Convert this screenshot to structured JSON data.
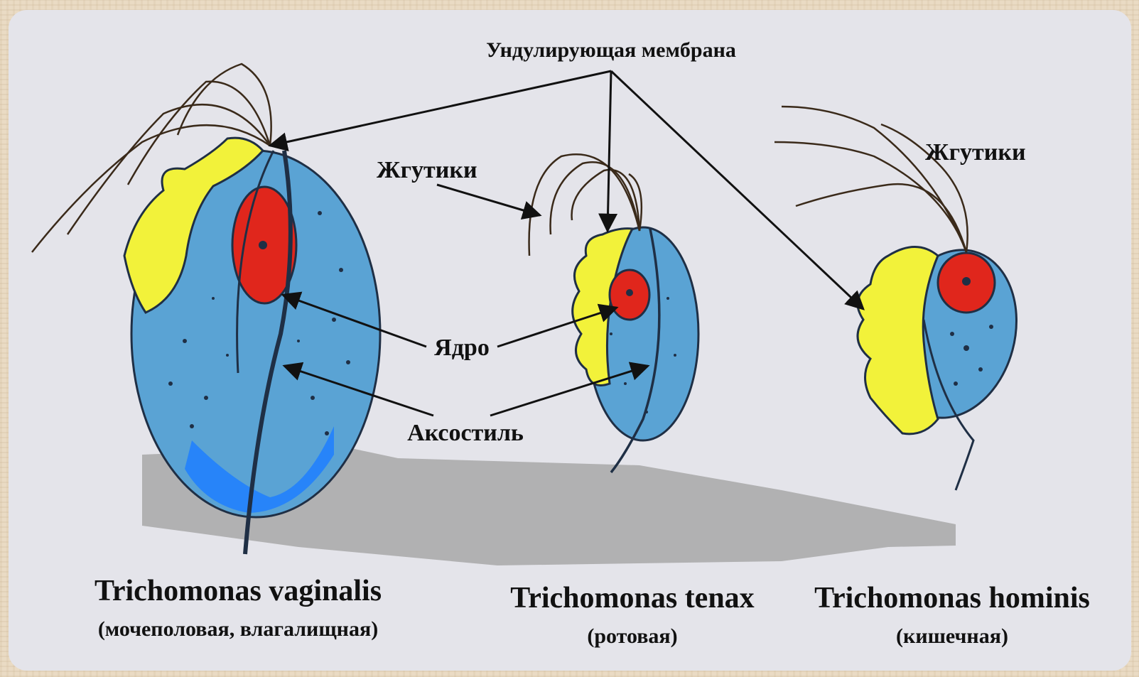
{
  "labels": {
    "undulating_membrane": "Ундулирующая мембрана",
    "flagella_middle": "Жгутики",
    "flagella_right": "Жгутики",
    "nucleus": "Ядро",
    "axostyle": "Аксостиль"
  },
  "species": [
    {
      "name": "Trichomonas vaginalis",
      "note": "(мочеполовая, влагалищная)"
    },
    {
      "name": "Trichomonas tenax",
      "note": "(ротовая)"
    },
    {
      "name": "Trichomonas hominis",
      "note": "(кишечная)"
    }
  ],
  "colors": {
    "body": "#5aa3d4",
    "membrane": "#f2f23a",
    "nucleus": "#e0261c",
    "outline": "#1f2f45",
    "panel": "#e4e4ea",
    "frame": "#eadbc4",
    "smudge": "#a8a8a8"
  }
}
